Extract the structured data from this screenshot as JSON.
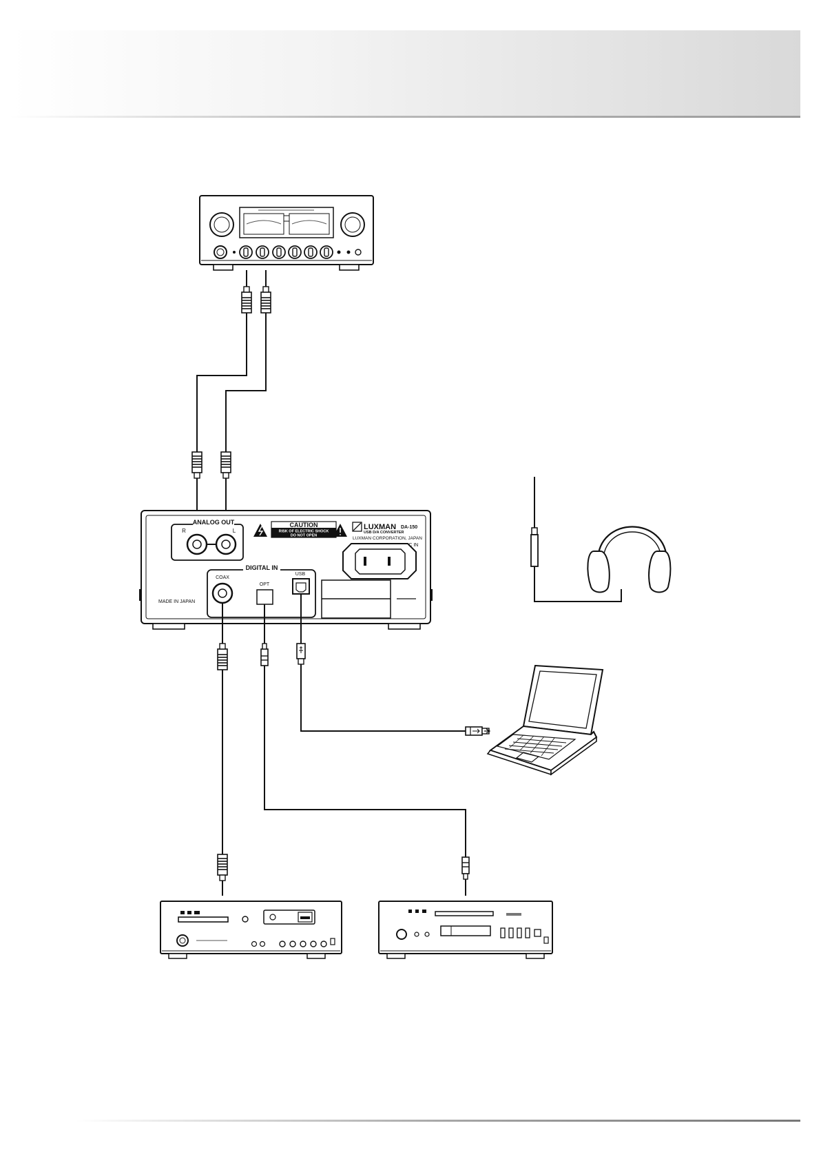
{
  "dac": {
    "analog_out": "ANALOG OUT",
    "analog_r": "R",
    "analog_l": "L",
    "caution_title": "CAUTION",
    "caution_line1": "RISK OF ELECTRIC SHOCK",
    "caution_line2": "DO NOT OPEN",
    "brand": "LUXMAN",
    "model": "DA-150",
    "model_sub": "USB D/A CONVERTER",
    "corp": "LUXMAN CORPORATION, JAPAN",
    "ac_in": "AC IN",
    "digital_in": "DIGITAL IN",
    "coax": "COAX",
    "opt": "OPT",
    "usb": "USB",
    "made_in": "MADE IN JAPAN"
  }
}
